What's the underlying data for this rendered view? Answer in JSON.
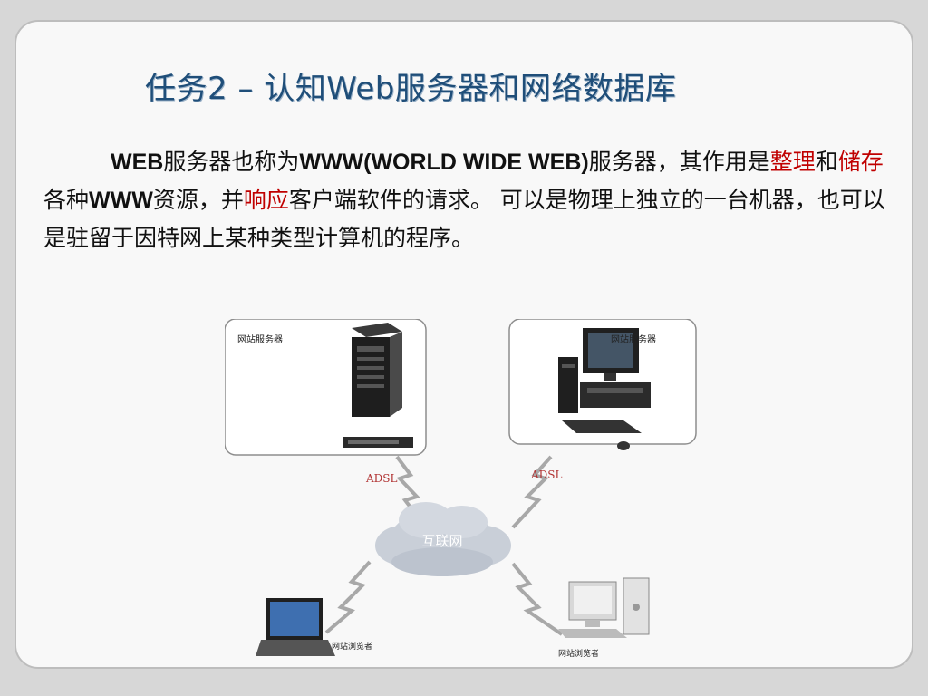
{
  "title": "任务2 – 认知Web服务器和网络数据库",
  "paragraph": {
    "p1": "WEB",
    "p2": "服务器也称为",
    "p3": "WWW(WORLD WIDE WEB)",
    "p4": "服务器，其作用是",
    "hl1": "整理",
    "p5": "和",
    "hl2": "储存",
    "p6": "各种",
    "p7": "WWW",
    "p8": "资源，并",
    "hl3": "响应",
    "p9": "客户端软件的请求。 可以是物理上独立的一台机器，也可以是驻留于因特网上某种类型计算机的程序。"
  },
  "diagram": {
    "server_label_1": "网站服务器",
    "server_label_2": "网站服务器",
    "adsl_1": "ADSL",
    "adsl_2": "ADSL",
    "cloud_label": "互联网",
    "browser_label_1": "网站浏览者",
    "browser_label_2": "网站浏览者"
  },
  "colors": {
    "title": "#1f4e79",
    "highlight": "#c00000",
    "adsl": "#b03030"
  }
}
